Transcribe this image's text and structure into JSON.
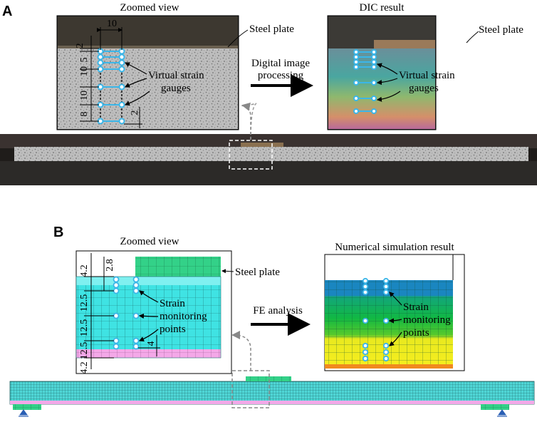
{
  "panel_a": {
    "label": "A",
    "zoomed_title": "Zoomed view",
    "dic_title": "DIC result",
    "steel_plate": "Steel plate",
    "steel_plate_dic": "Steel plate",
    "gauge_label_1": "Virtual strain",
    "gauge_label_2": "gauges",
    "dic_gauge_label_1": "Virtual strain",
    "dic_gauge_label_2": "gauges",
    "process_label_1": "Digital image",
    "process_label_2": "processing",
    "dim_top": "10",
    "dim_left": [
      "2",
      "10",
      "5",
      "10",
      "8"
    ],
    "dim_right_bottom": "2"
  },
  "panel_b": {
    "label": "B",
    "zoomed_title": "Zoomed view",
    "sim_title": "Numerical simulation result",
    "steel_plate": "Steel plate",
    "monitor_label_1": "Strain",
    "monitor_label_2": "monitoring",
    "monitor_label_3": "points",
    "sim_monitor_label_1": "Strain",
    "sim_monitor_label_2": "monitoring",
    "sim_monitor_label_3": "points",
    "fe_label": "FE analysis",
    "dim_top_right": "2.8",
    "dim_left": [
      "4.2",
      "12.5",
      "12.5",
      "12.5",
      "4.2"
    ],
    "dim_inner": "4"
  },
  "colors": {
    "cyan_mesh": "#3fe3e3",
    "plate_green": "#33d188",
    "pink": "#f4a8e8",
    "gauge_blue": "#3bb6e8",
    "sim_blue": "#1a86c0",
    "sim_green": "#11b844",
    "sim_yellow": "#f4ee1f"
  }
}
